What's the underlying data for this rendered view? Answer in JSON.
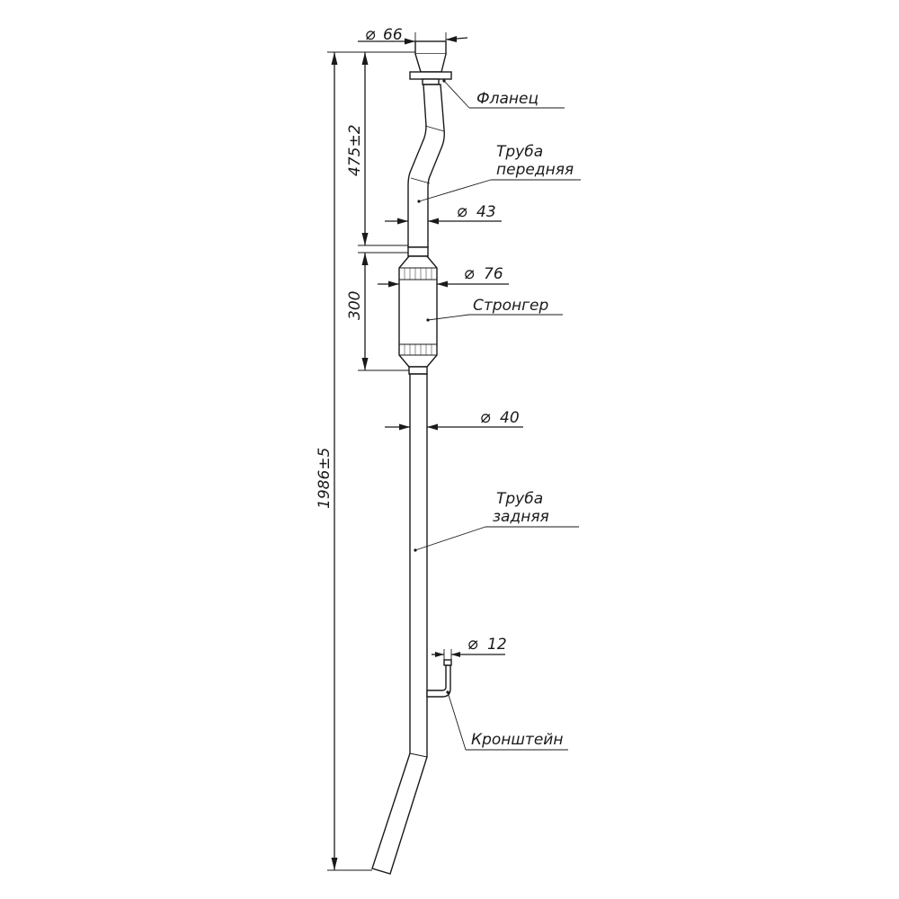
{
  "labels": {
    "flange": "Фланец",
    "front_pipe_line1": "Труба",
    "front_pipe_line2": "передняя",
    "stronger": "Стронгер",
    "rear_pipe_line1": "Труба",
    "rear_pipe_line2": "задняя",
    "bracket": "Кронштейн"
  },
  "dimensions": {
    "d_flange": "66",
    "d_front_pipe": "43",
    "d_stronger": "76",
    "d_rear_pipe": "40",
    "d_bracket": "12",
    "len_front": "475±2",
    "len_stronger": "300",
    "len_total": "1986±5"
  }
}
